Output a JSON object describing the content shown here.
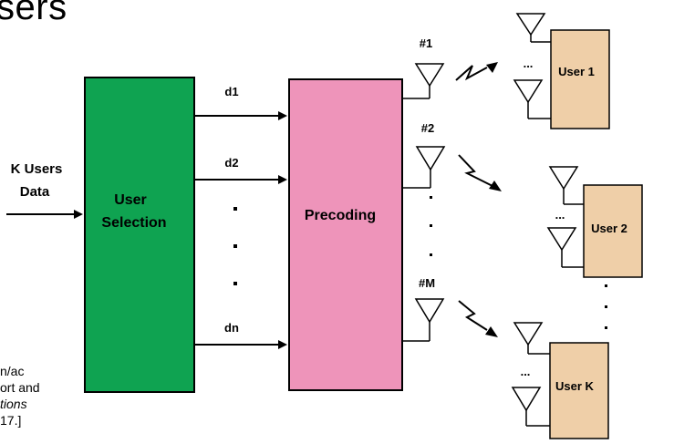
{
  "title": "sers",
  "caption": [
    "n/ac",
    "ort and",
    "tions",
    "17.]"
  ],
  "input": {
    "line1": "K Users",
    "line2": "Data"
  },
  "user_selection": {
    "line1": "User",
    "line2": "Selection"
  },
  "precoding": {
    "label": "Precoding"
  },
  "streams": [
    "d1",
    "d2",
    "dn"
  ],
  "tx_antennas": [
    "#1",
    "#2",
    "#M"
  ],
  "users": [
    "User 1",
    "User 2",
    "User K"
  ],
  "ellipsis": "...",
  "colors": {
    "user_selection_fill": "#0fa351",
    "precoding_fill": "#ee94ba",
    "user_fill": "#efcfa8"
  }
}
